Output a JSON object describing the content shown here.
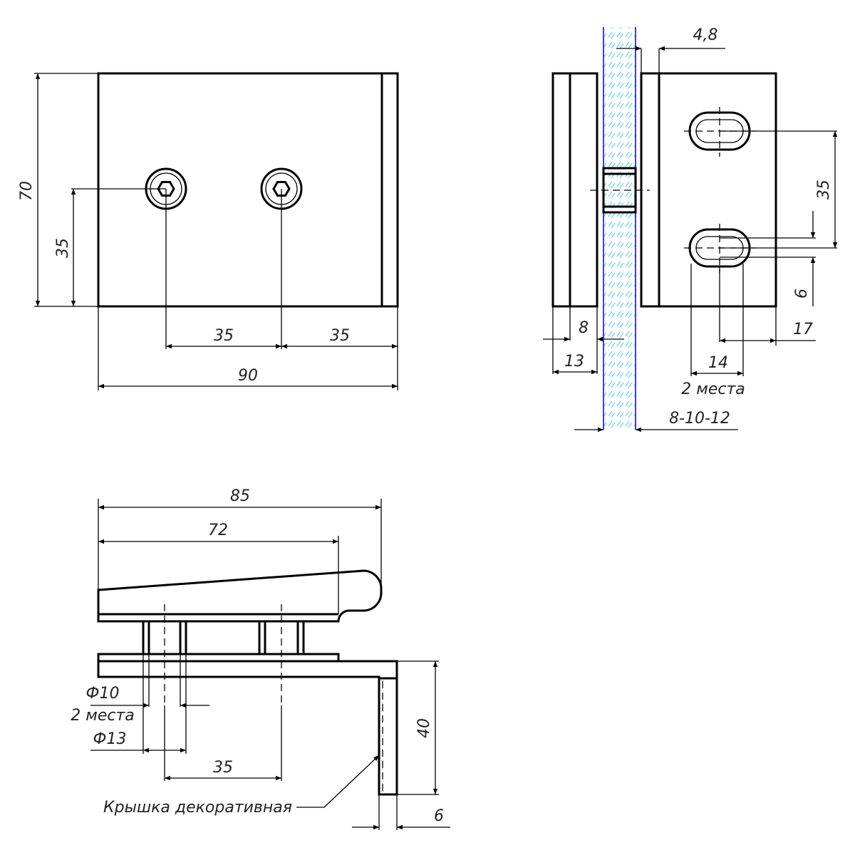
{
  "front_view": {
    "height_total": "70",
    "height_half": "35",
    "spacing_left": "35",
    "spacing_right": "35",
    "width_total": "90"
  },
  "side_view": {
    "glass_offset": "4,8",
    "slot_spacing": "35",
    "slot_width": "6",
    "depth_inner": "8",
    "depth_outer": "13",
    "slot_edge": "17",
    "slot_length": "14",
    "slot_count_note": "2 места",
    "glass_thickness": "8-10-12"
  },
  "bottom_view": {
    "total_length": "85",
    "clamp_length": "72",
    "bolt_inner_dia": "Ф10",
    "bolt_count_note": "2 места",
    "bolt_outer_dia": "Ф13",
    "bolt_spacing": "35",
    "plate_height": "40",
    "cover_thickness": "6",
    "cover_label": "Крышка декоративная"
  },
  "colors": {
    "line": "#000000",
    "glass_edge": "#0000cc",
    "glass_hatch": "#66ccee"
  }
}
